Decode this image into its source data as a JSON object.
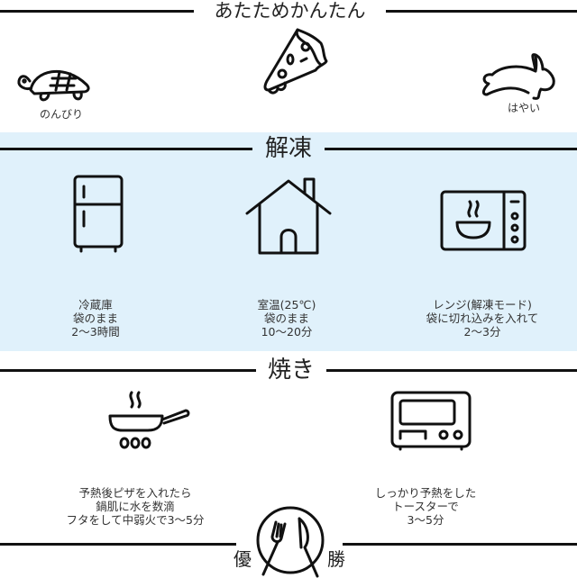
{
  "header": {
    "title": "あたためかんたん",
    "slow_label": "のんびり",
    "fast_label": "はやい"
  },
  "thaw": {
    "title": "解凍",
    "bg_color": "#e0f1fb",
    "items": [
      {
        "icon": "fridge-icon",
        "lines": [
          "冷蔵庫",
          "袋のまま",
          "2〜3時間"
        ]
      },
      {
        "icon": "house-icon",
        "lines": [
          "室温(25℃)",
          "袋のまま",
          "10〜20分"
        ]
      },
      {
        "icon": "microwave-icon",
        "lines": [
          "レンジ(解凍モード)",
          "袋に切れ込みを入れて",
          "2〜3分"
        ]
      }
    ]
  },
  "bake": {
    "title": "焼き",
    "items": [
      {
        "icon": "frying-pan-icon",
        "lines": [
          "予熱後ピザを入れたら",
          "鍋肌に水を数滴",
          "フタをして中弱火で3〜5分"
        ]
      },
      {
        "icon": "toaster-oven-icon",
        "lines": [
          "しっかり予熱をした",
          "トースターで",
          "3〜5分"
        ]
      }
    ]
  },
  "footer": {
    "left": "優",
    "right": "勝"
  }
}
